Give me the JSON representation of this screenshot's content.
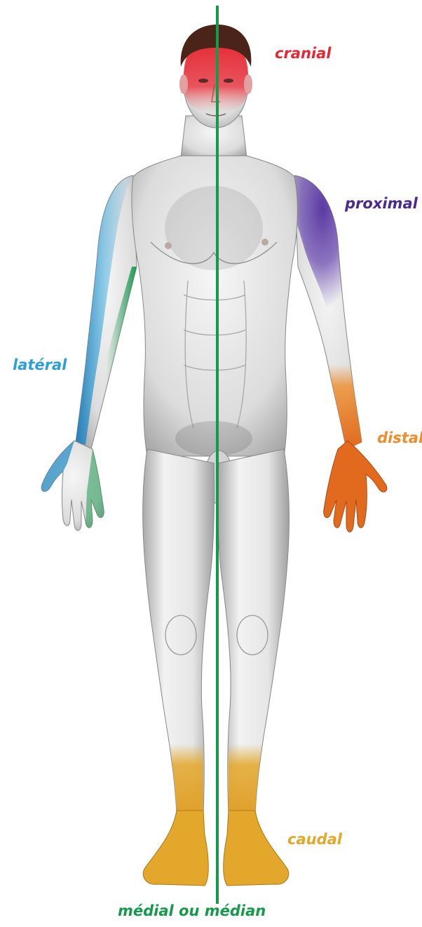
{
  "labels": {
    "cranial": "cranial",
    "proximal": "proximal",
    "lateral": "latéral",
    "distal": "distal",
    "caudal": "caudal",
    "medial": "médial ou médian"
  },
  "colors": {
    "cranial": "#e62833",
    "proximal": "#4b2a8f",
    "lateral": "#2a9fd8",
    "distal": "#f08c2a",
    "caudal": "#e3a72b",
    "medial": "#149a4a",
    "skin": "#e9e9e9",
    "skin_shadow": "#9a9a9a",
    "hair": "#4a2418"
  }
}
